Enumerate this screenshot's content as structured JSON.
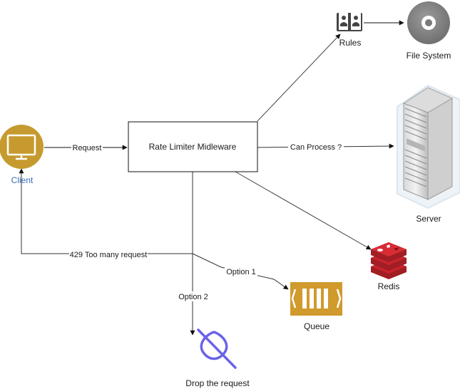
{
  "nodes": {
    "client": {
      "label": "Client"
    },
    "middleware": {
      "label": "Rate Limiter Midleware"
    },
    "rules": {
      "label": "Rules"
    },
    "file_system": {
      "label": "File System"
    },
    "server": {
      "label": "Server"
    },
    "redis": {
      "label": "Redis"
    },
    "queue": {
      "label": "Queue"
    },
    "drop": {
      "label": "Drop the request"
    }
  },
  "edges": {
    "request": {
      "label": "Request"
    },
    "can_process": {
      "label": "Can Process ?"
    },
    "too_many": {
      "label": "429 Too many request"
    },
    "option1": {
      "label": "Option 1"
    },
    "option2": {
      "label": "Option 2"
    }
  },
  "colors": {
    "client_fill": "#c69a2e",
    "client_label": "#3a6fb5",
    "queue_fill": "#d09a2c",
    "redis_red": "#c8232c",
    "drop_icon": "#6b63e8",
    "line": "#333333",
    "server_grey": "#bfbfbf",
    "disk_grey": "#8a8a8a"
  },
  "icons": {
    "client": "monitor-icon",
    "rules": "address-book-icon",
    "file_system": "disk-icon",
    "server": "server-rack-icon",
    "redis": "redis-icon",
    "queue": "queue-icon",
    "drop": "drop-request-icon"
  }
}
